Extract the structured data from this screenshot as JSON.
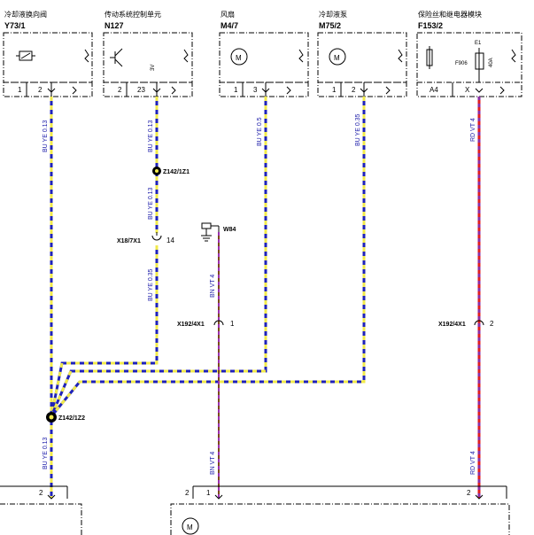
{
  "components": [
    {
      "name": "冷却液换向阀",
      "code": "Y73/1",
      "pins": [
        "1",
        "2"
      ]
    },
    {
      "name": "传动系统控制单元",
      "code": "N127",
      "pins": [
        "2",
        "23"
      ],
      "inner_label": "3V"
    },
    {
      "name": "风扇",
      "code": "M4/7",
      "pins": [
        "1",
        "3"
      ],
      "symbol": "M"
    },
    {
      "name": "冷却液泵",
      "code": "M75/2",
      "pins": [
        "1",
        "2"
      ],
      "symbol": "M"
    },
    {
      "name": "保险丝和继电器模块",
      "code": "F153/2",
      "pins": [
        "A4",
        "X"
      ],
      "fuse_label": "E1",
      "fuse_code": "F906",
      "fuse_rating": "40A"
    }
  ],
  "wires": {
    "y73": "BU YE 0.13",
    "n127_top": "BU YE 0.13",
    "n127_mid": "BU YE 0.13",
    "n127_bottom": "BU YE 0.35",
    "m47": "BU YE 0.5",
    "m752": "BU YE 0.35",
    "f153_top": "RD VT 4",
    "w84": "BN VT 4",
    "bottom_left": "BU YE 0.13",
    "bottom_mid": "BN VT 4",
    "bottom_right": "RD VT 4"
  },
  "connectors": {
    "z142_1z1": "Z142/1Z1",
    "x18": {
      "name": "X18/7X1",
      "pin": "14"
    },
    "w84": "W84",
    "x192_left": {
      "name": "X192/4X1",
      "pin": "1"
    },
    "x192_right": {
      "name": "X192/4X1",
      "pin": "2"
    },
    "z142_1z2": "Z142/1Z2"
  },
  "bottom": {
    "left_pin": "2",
    "motor_pin_left": "2",
    "motor_pin_mid": "1",
    "motor_pin_right": "2",
    "motor_symbol": "M"
  },
  "colors": {
    "blue": "#1f22b8",
    "yellow": "#f1ea4c",
    "red": "#e01e1e",
    "violet": "#8a2ea6",
    "brown": "#7a4a1a"
  }
}
